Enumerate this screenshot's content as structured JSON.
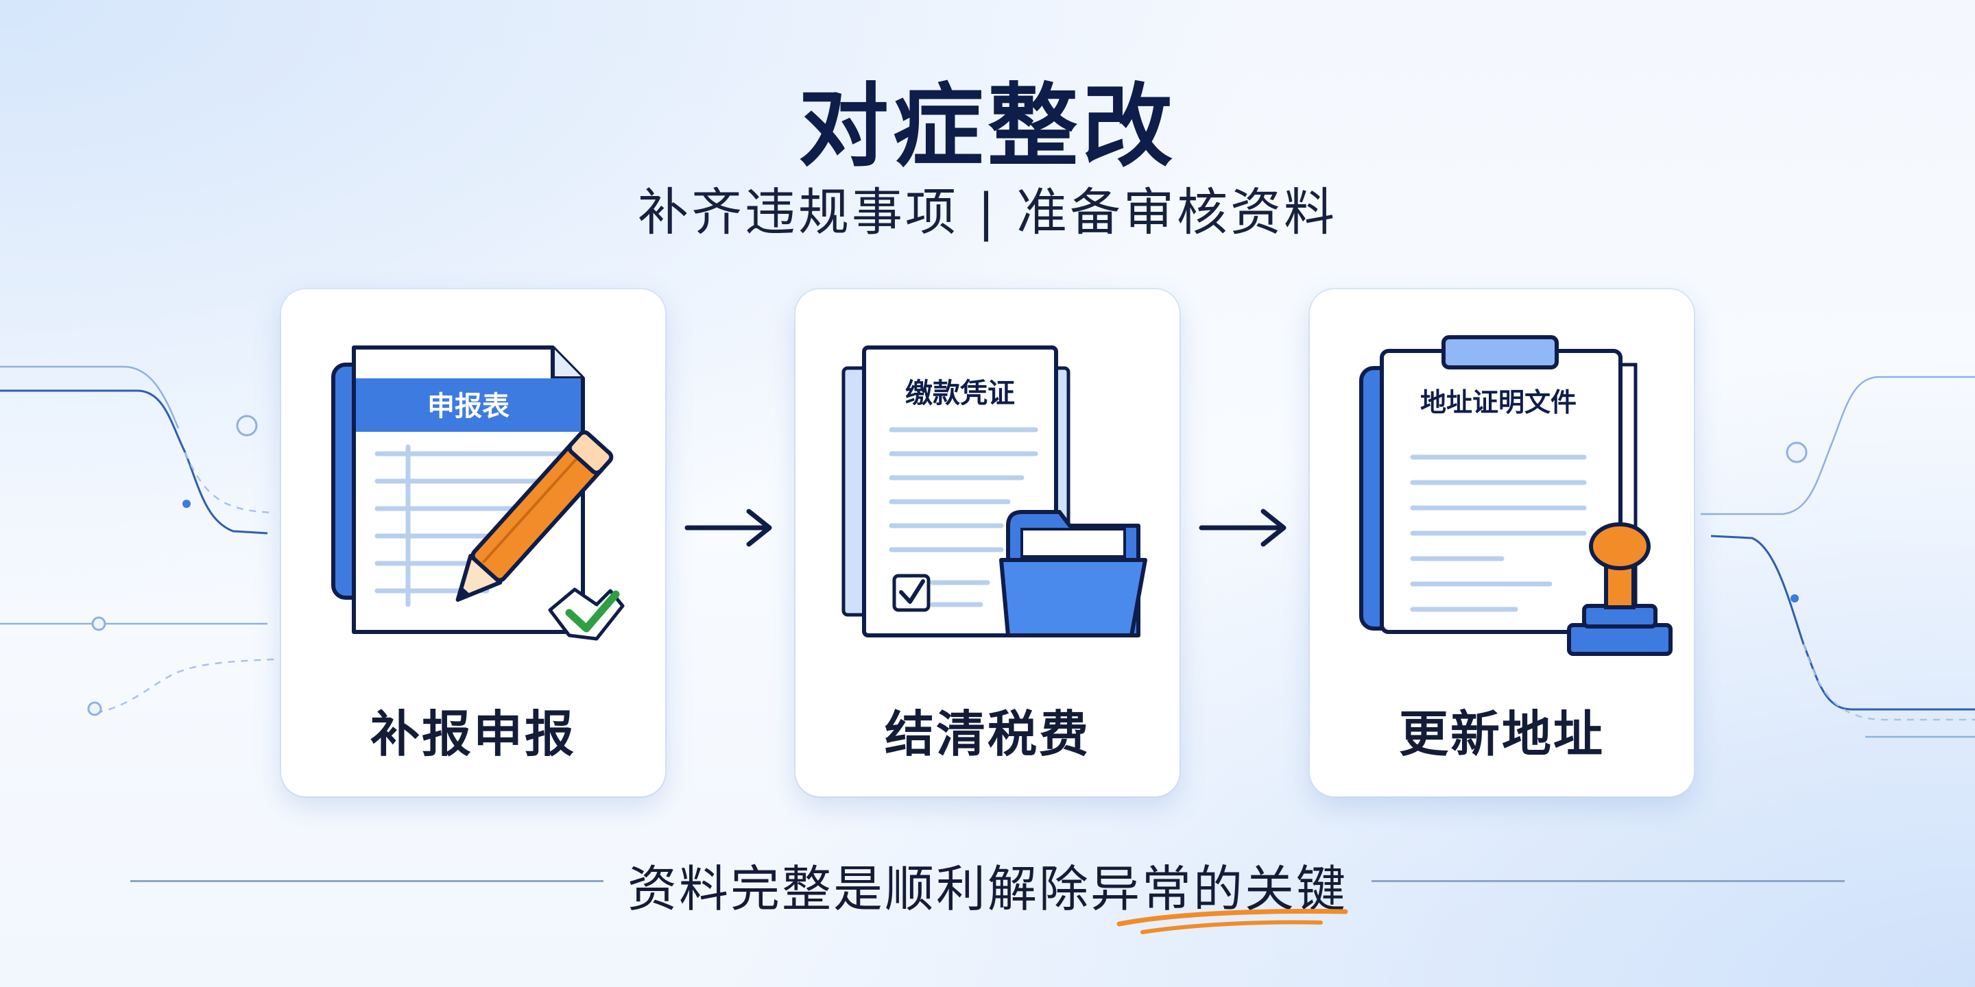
{
  "header": {
    "title": "对症整改",
    "subtitle": "补齐违规事项 | 准备审核资料"
  },
  "steps": [
    {
      "label": "补报申报",
      "doc_title": "申报表"
    },
    {
      "label": "结清税费",
      "doc_title": "缴款凭证"
    },
    {
      "label": "更新地址",
      "doc_title": "地址证明文件"
    }
  ],
  "footer": {
    "text": "资料完整是顺利解除异常的关键"
  },
  "colors": {
    "navy": "#0f1d4a",
    "blue": "#3d7be0",
    "light_blue": "#cfe0fb",
    "orange": "#f28c28",
    "green": "#2ea043"
  },
  "icons": [
    "pencil-icon",
    "checkmark-icon",
    "checkbox-icon",
    "folder-icon",
    "stamp-icon",
    "arrow-right-icon"
  ]
}
